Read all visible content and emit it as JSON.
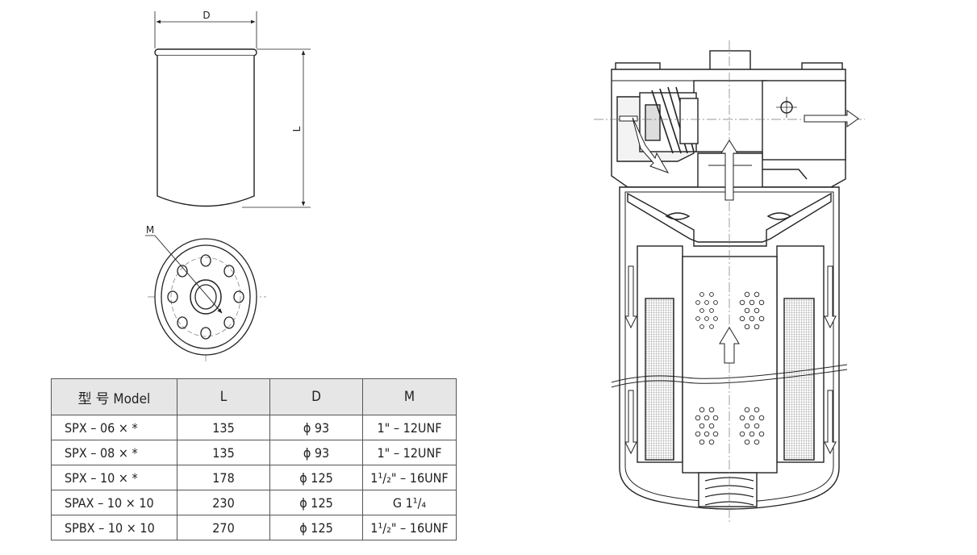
{
  "dimension_labels": {
    "diameter": "D",
    "length": "L",
    "thread": "M"
  },
  "table": {
    "headers": {
      "model": "型 号 Model",
      "l": "L",
      "d": "D",
      "m": "M"
    },
    "rows": [
      {
        "model": "SPX – 06 × *",
        "l": "135",
        "d": "ϕ 93",
        "m": "1\" – 12UNF"
      },
      {
        "model": "SPX – 08 × *",
        "l": "135",
        "d": "ϕ 93",
        "m": "1\" – 12UNF"
      },
      {
        "model": "SPX – 10 × *",
        "l": "178",
        "d": "ϕ 125",
        "m": "1¹/₂\" – 16UNF"
      },
      {
        "model": "SPAX – 10 × 10",
        "l": "230",
        "d": "ϕ 125",
        "m": "G 1¹/₄"
      },
      {
        "model": "SPBX – 10 × 10",
        "l": "270",
        "d": "ϕ 125",
        "m": "1¹/₂\" – 16UNF"
      }
    ]
  }
}
